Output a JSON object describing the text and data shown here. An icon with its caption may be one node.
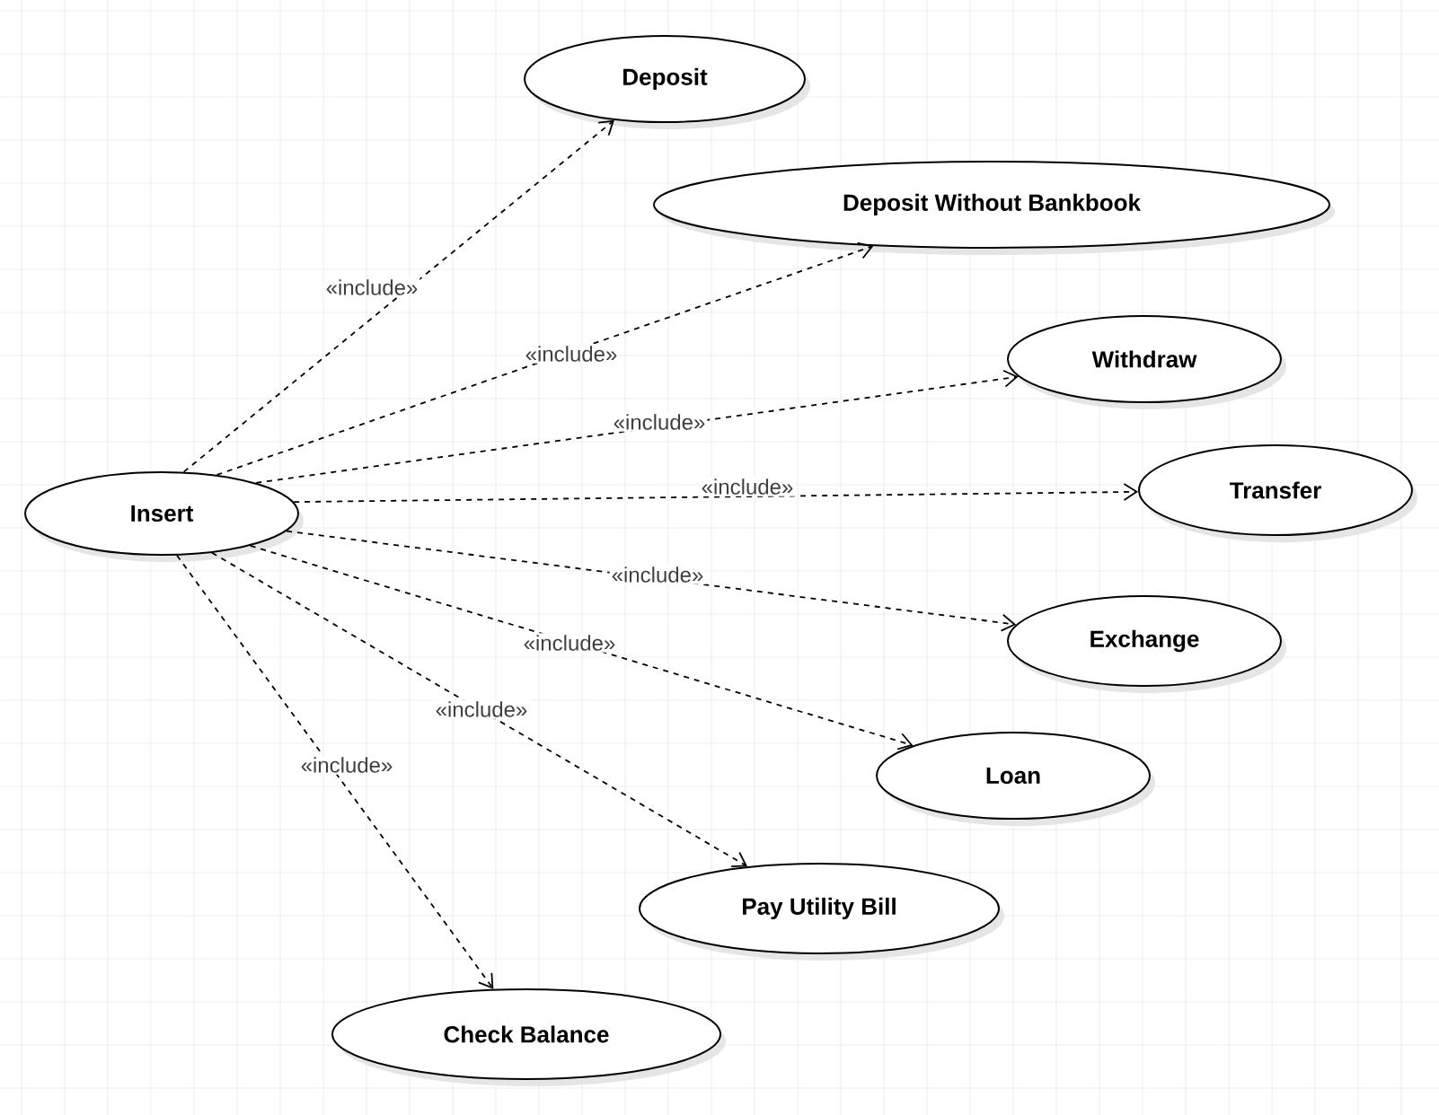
{
  "diagram": {
    "nodes": [
      {
        "text": [
          "Insert"
        ]
      },
      {
        "text": [
          "Deposit"
        ]
      },
      {
        "text": [
          "Deposit Without Bankbook"
        ]
      },
      {
        "text": [
          "Withdraw"
        ]
      },
      {
        "text": [
          "Transfer"
        ]
      },
      {
        "text": [
          "Exchange"
        ]
      },
      {
        "text": [
          "Loan"
        ]
      },
      {
        "text": [
          "Pay Utility Bill"
        ]
      },
      {
        "text": [
          "Check Balance"
        ]
      }
    ],
    "edges": [
      {
        "from": 0,
        "to": 1,
        "arrow": "to",
        "label": "«include»",
        "style": "dashed"
      },
      {
        "from": 0,
        "to": 2,
        "arrow": "to",
        "label": "«include»",
        "style": "dashed"
      },
      {
        "from": 0,
        "to": 3,
        "arrow": "to",
        "label": "«include»",
        "style": "dashed"
      },
      {
        "from": 0,
        "to": 4,
        "arrow": "to",
        "label": "«include»",
        "style": "dashed"
      },
      {
        "from": 0,
        "to": 5,
        "arrow": "to",
        "label": "«include»",
        "style": "dashed"
      },
      {
        "from": 0,
        "to": 6,
        "arrow": "to",
        "label": "«include»",
        "style": "dashed"
      },
      {
        "from": 0,
        "to": 7,
        "arrow": "to",
        "label": "«include»",
        "style": "dashed"
      },
      {
        "from": 0,
        "to": 8,
        "arrow": "to",
        "label": "«include»",
        "style": "dashed"
      }
    ]
  }
}
